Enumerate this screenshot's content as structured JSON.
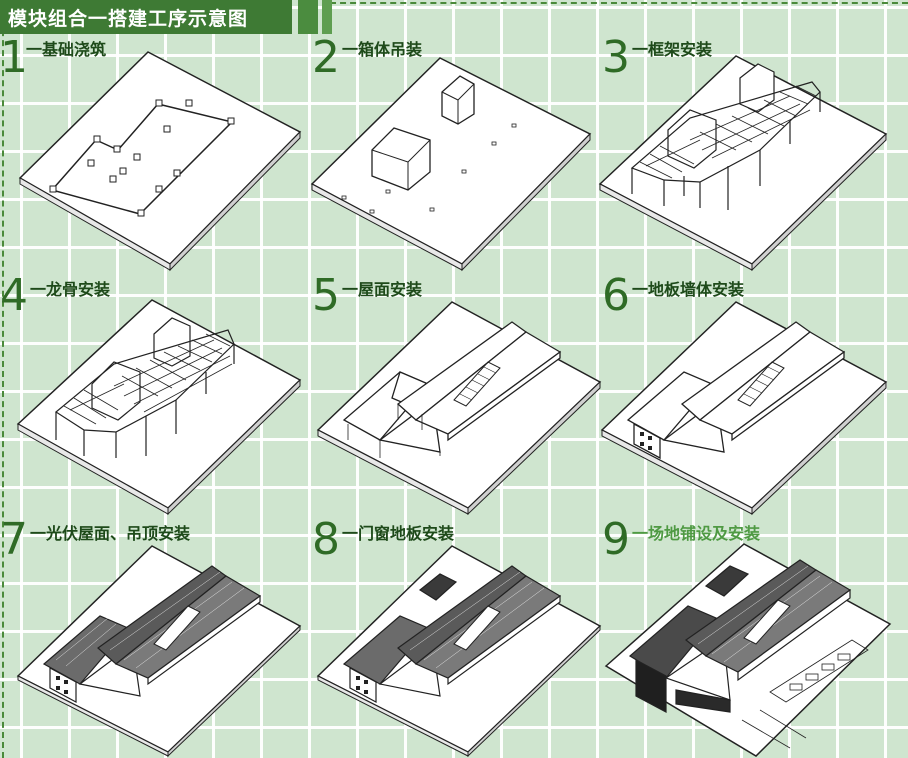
{
  "header": {
    "title": "模块组合一搭建工序示意图"
  },
  "steps": [
    {
      "number": "1",
      "label": "一基础浇筑"
    },
    {
      "number": "2",
      "label": "一箱体吊装"
    },
    {
      "number": "3",
      "label": "一框架安装"
    },
    {
      "number": "4",
      "label": "一龙骨安装"
    },
    {
      "number": "5",
      "label": "一屋面安装"
    },
    {
      "number": "6",
      "label": "一地板墙体安装"
    },
    {
      "number": "7",
      "label": "一光伏屋面、吊顶安装"
    },
    {
      "number": "8",
      "label": "一门窗地板安装"
    },
    {
      "number": "9",
      "label": "一场地铺设及安装"
    }
  ],
  "colors": {
    "accent": "#3e7a34",
    "number": "#2f6b26",
    "grid_bg": "#cfe5cf",
    "last_label": "#4f9a43"
  }
}
